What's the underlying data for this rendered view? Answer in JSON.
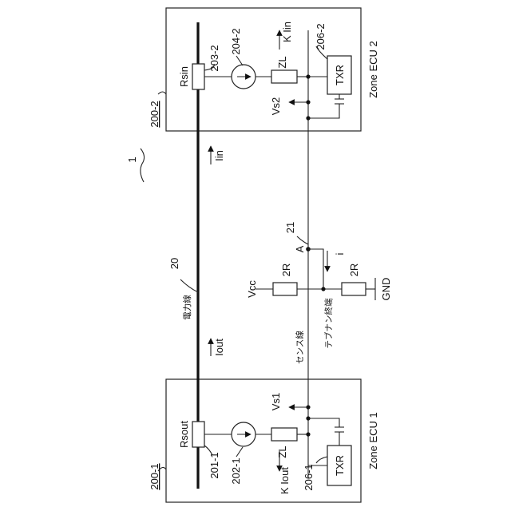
{
  "labels": {
    "system": "1",
    "power_line_num": "20",
    "sense_line_num": "21",
    "node_a": "A",
    "current_i": "i",
    "vcc": "Vcc",
    "gnd": "GND",
    "resistor_vcc": "2R",
    "resistor_gnd": "2R",
    "power_line_jp": "電力線",
    "sense_line_jp": "センス線",
    "termination_jp": "テブナン終端",
    "iout": "Iout",
    "iin": "Iin"
  },
  "ecu1": {
    "name": "Zone ECU 1",
    "ref": "200-1",
    "rs": "Rsout",
    "rs_ref": "201-1",
    "cs_ref": "202-1",
    "zl": "ZL",
    "k_label": "K Iout",
    "vs": "Vs1",
    "txr": "TXR",
    "txr_ref": "206-1"
  },
  "ecu2": {
    "name": "Zone ECU 2",
    "ref": "200-2",
    "rs": "Rsin",
    "rs_ref": "203-2",
    "cs_ref": "204-2",
    "zl": "ZL",
    "k_label": "K Iin",
    "vs": "Vs2",
    "txr": "TXR",
    "txr_ref": "206-2"
  }
}
